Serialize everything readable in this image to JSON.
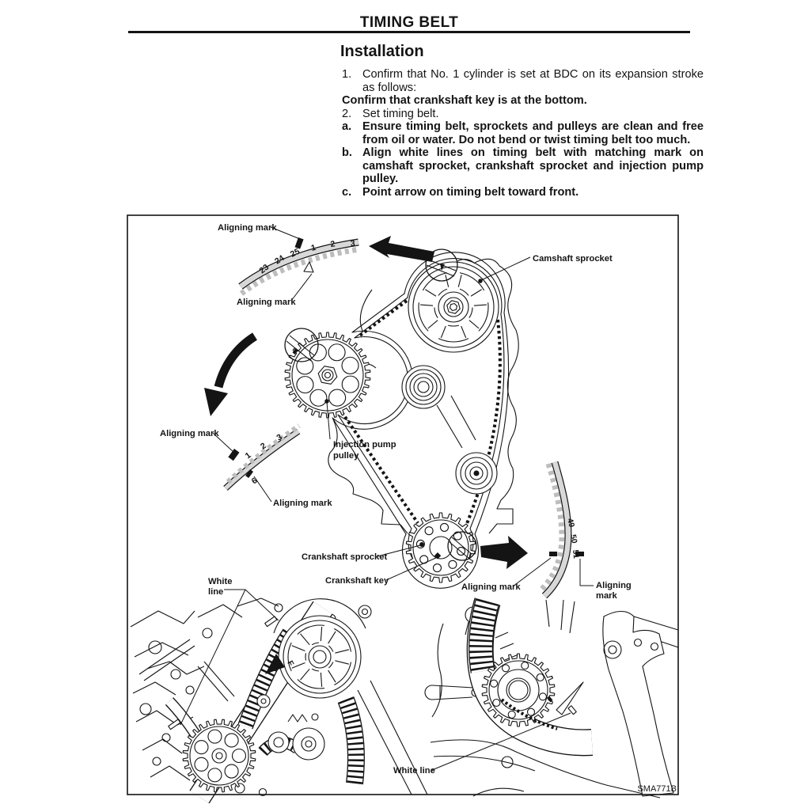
{
  "header": {
    "title": "TIMING BELT"
  },
  "section": {
    "title": "Installation"
  },
  "instructions": [
    {
      "marker": "1.",
      "text": "Confirm that No. 1 cylinder is set at BDC on its expansion stroke as follows:"
    },
    {
      "marker": "",
      "text": "Confirm that crankshaft key is at the bottom."
    },
    {
      "marker": "2.",
      "text": "Set timing belt."
    },
    {
      "marker": "a.",
      "text": "Ensure timing belt, sprockets and pulleys are clean and free from oil or water. Do not bend or twist timing belt too much."
    },
    {
      "marker": "b.",
      "text": "Align white lines on timing belt with matching mark on camshaft sprocket, crankshaft sprocket and injection pump pulley."
    },
    {
      "marker": "c.",
      "text": "Point arrow on timing belt toward front."
    }
  ],
  "diagram": {
    "figure_code": "SMA771B",
    "labels": {
      "aligning_mark": "Aligning mark",
      "aligning": "Aligning",
      "mark": "mark",
      "camshaft_sprocket": "Camshaft sprocket",
      "injection_pump": "Injection pump",
      "pulley": "pulley",
      "crankshaft_sprocket": "Crankshaft sprocket",
      "crankshaft_key": "Crankshaft key",
      "white": "White",
      "line": "line",
      "white_line": "White line",
      "front_mark": "F"
    },
    "belt_numbers": {
      "top": [
        "23",
        "24",
        "25",
        "1",
        "2",
        "3"
      ],
      "left": [
        "1",
        "2",
        "3",
        "6"
      ],
      "right": [
        "49",
        "50",
        "51"
      ]
    }
  }
}
